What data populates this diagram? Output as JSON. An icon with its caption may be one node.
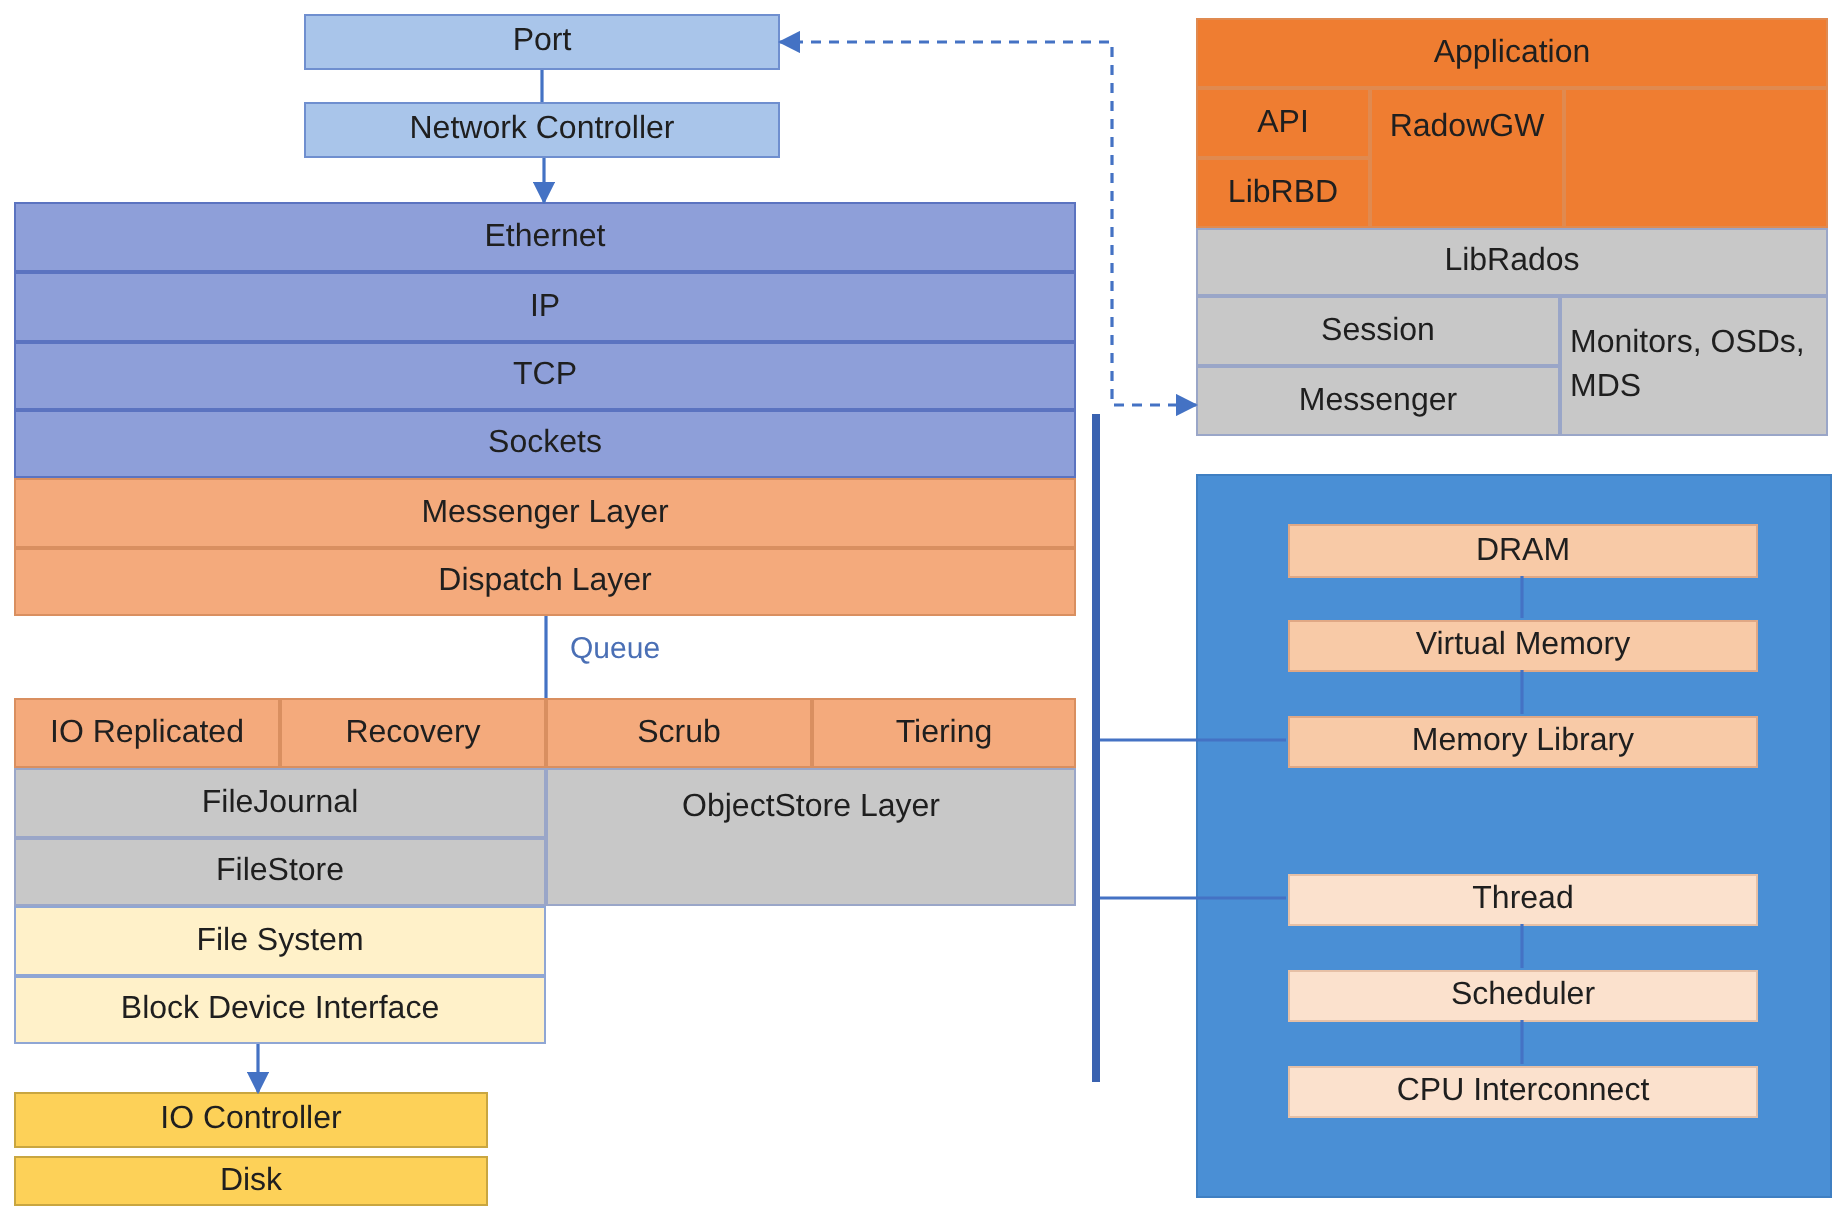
{
  "diagram": {
    "nodes": [
      {
        "text": [
          "Port"
        ]
      },
      {
        "text": [
          "Network Controller"
        ]
      },
      {
        "text": [
          "Ethernet"
        ]
      },
      {
        "text": [
          "IP"
        ]
      },
      {
        "text": [
          "TCP"
        ]
      },
      {
        "text": [
          "Sockets"
        ]
      },
      {
        "text": [
          "Messenger Layer"
        ]
      },
      {
        "text": [
          "Dispatch Layer"
        ]
      },
      {
        "text": [
          "IO Replicated"
        ]
      },
      {
        "text": [
          "Recovery"
        ]
      },
      {
        "text": [
          "Scrub"
        ]
      },
      {
        "text": [
          "Tiering"
        ]
      },
      {
        "text": [
          "FileJournal"
        ]
      },
      {
        "text": [
          "FileStore"
        ]
      },
      {
        "text": [
          "ObjectStore Layer"
        ]
      },
      {
        "text": [
          "File System"
        ]
      },
      {
        "text": [
          "Block Device Interface"
        ]
      },
      {
        "text": [
          "IO Controller"
        ]
      },
      {
        "text": [
          "Disk"
        ]
      },
      {
        "text": [
          "Application"
        ]
      },
      {
        "text": [
          "API"
        ]
      },
      {
        "text": [
          "LibRBD"
        ]
      },
      {
        "text": [
          "RadowGW"
        ]
      },
      {
        "text": [],
        "shape": "box"
      },
      {
        "text": [
          "LibRados"
        ]
      },
      {
        "text": [
          "Session"
        ]
      },
      {
        "text": [
          "Messenger"
        ]
      },
      {
        "text": [
          "Monitors, OSDs, MDS"
        ]
      },
      {
        "text": [],
        "shape": "box"
      },
      {
        "text": [
          "DRAM"
        ],
        "in": 28
      },
      {
        "text": [
          "Virtual Memory"
        ],
        "in": 28
      },
      {
        "text": [
          "Memory Library"
        ],
        "in": 28
      },
      {
        "text": [
          "Thread"
        ],
        "in": 28
      },
      {
        "text": [
          "Scheduler"
        ],
        "in": 28
      },
      {
        "text": [
          "CPU Interconnect"
        ],
        "in": 28
      },
      {
        "text": [],
        "shape": "bar"
      }
    ],
    "edges": [
      {
        "from": 0,
        "to": 1,
        "arrow": "none"
      },
      {
        "from": 1,
        "to": 2,
        "arrow": "to"
      },
      {
        "from": 26,
        "to": 0,
        "arrow": "both",
        "style": "dashed"
      },
      {
        "from": 7,
        "to": 10,
        "arrow": "none",
        "label": "Queue"
      },
      {
        "from": 16,
        "to": 17,
        "arrow": "to"
      },
      {
        "from": 29,
        "to": 30,
        "arrow": "none"
      },
      {
        "from": 30,
        "to": 31,
        "arrow": "none"
      },
      {
        "from": 35,
        "to": 31,
        "arrow": "none"
      },
      {
        "from": 35,
        "to": 32,
        "arrow": "none"
      },
      {
        "from": 32,
        "to": 33,
        "arrow": "none"
      },
      {
        "from": 33,
        "to": 34,
        "arrow": "none"
      }
    ]
  }
}
